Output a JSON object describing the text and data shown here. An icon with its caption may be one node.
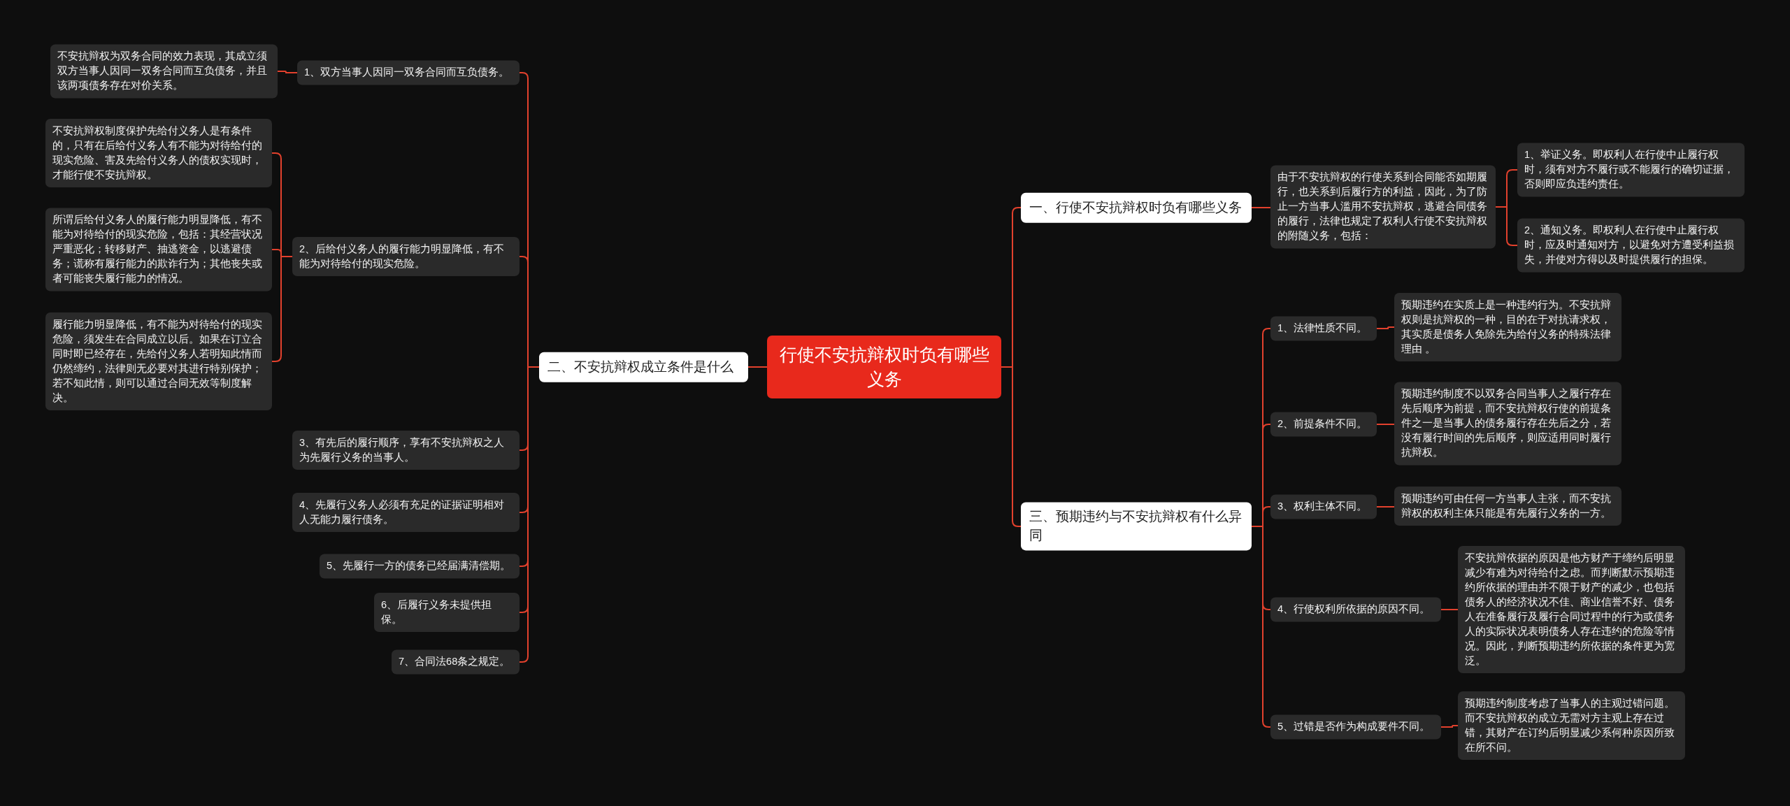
{
  "diagram": {
    "nodes": [
      {
        "text": [
          "行使不安抗辩权时负有哪些义务"
        ]
      },
      {
        "text": [
          "一、行使不安抗辩权时负有哪些义务"
        ]
      },
      {
        "text": [
          "由于不安抗辩权的行使关系到合同能否如期履行，也关系到后履行方的利益，因此，为了防止一方当事人滥用不安抗辩权，逃避合同债务的履行，法律也规定了权利人行使不安抗辩权的附随义务，包括："
        ]
      },
      {
        "text": [
          "1、举证义务。即权利人在行使中止履行权时，须有对方不履行或不能履行的确切证据，否则即应负违约责任。"
        ]
      },
      {
        "text": [
          "2、通知义务。即权利人在行使中止履行权时，应及时通知对方，以避免对方遭受利益损失，并使对方得以及时提供履行的担保。"
        ]
      },
      {
        "text": [
          "三、预期违约与不安抗辩权有什么异同"
        ]
      },
      {
        "text": [
          "1、法律性质不同。"
        ]
      },
      {
        "text": [
          "预期违约在实质上是一种违约行为。不安抗辩权则是抗辩权的一种，目的在于对抗请求权，其实质是债务人免除先为给付义务的特殊法律理由 。"
        ]
      },
      {
        "text": [
          "2、前提条件不同。"
        ]
      },
      {
        "text": [
          "预期违约制度不以双务合同当事人之履行存在先后顺序为前提，而不安抗辩权行使的前提条件之一是当事人的债务履行存在先后之分，若没有履行时间的先后顺序，则应适用同时履行抗辩权。"
        ]
      },
      {
        "text": [
          "3、权利主体不同。"
        ]
      },
      {
        "text": [
          "预期违约可由任何一方当事人主张，而不安抗辩权的权利主体只能是有先履行义务的一方。"
        ]
      },
      {
        "text": [
          "4、行使权利所依据的原因不同。"
        ]
      },
      {
        "text": [
          "不安抗辩依据的原因是他方财产于缔约后明显减少有难为对待给付之虑。而判断默示预期违约所依据的理由并不限于财产的减少，也包括债务人的经济状况不佳、商业信誉不好、债务人在准备履行及履行合同过程中的行为或债务人的实际状况表明债务人存在违约的危险等情况。因此，判断预期违约所依据的条件更为宽泛。"
        ]
      },
      {
        "text": [
          "5、过错是否作为构成要件不同。"
        ]
      },
      {
        "text": [
          "预期违约制度考虑了当事人的主观过错问题。而不安抗辩权的成立无需对方主观上存在过错，其财产在订约后明显减少系何种原因所致在所不问。"
        ]
      },
      {
        "text": [
          "二、不安抗辩权成立条件是什么"
        ]
      },
      {
        "text": [
          "1、双方当事人因同一双务合同而互负债务。"
        ]
      },
      {
        "text": [
          "不安抗辩权为双务合同的效力表现，其成立须双方当事人因同一双务合同而互负债务，并且该两项债务存在对价关系。"
        ]
      },
      {
        "text": [
          "2、后给付义务人的履行能力明显降低，有不能为对待给付的现实危险。"
        ]
      },
      {
        "text": [
          "不安抗辩权制度保护先给付义务人是有条件的，只有在后给付义务人有不能为对待给付的现实危险、害及先给付义务人的债权实现时，才能行使不安抗辩权。"
        ]
      },
      {
        "text": [
          "所谓后给付义务人的履行能力明显降低，有不能为对待给付的现实危险，包括：其经营状况严重恶化；转移财产、抽逃资金，以逃避债务；谎称有履行能力的欺诈行为；其他丧失或者可能丧失履行能力的情况。"
        ]
      },
      {
        "text": [
          "履行能力明显降低，有不能为对待给付的现实危险，须发生在合同成立以后。如果在订立合同时即已经存在，先给付义务人若明知此情而仍然缔约，法律则无必要对其进行特别保护；若不知此情，则可以通过合同无效等制度解决。"
        ]
      },
      {
        "text": [
          "3、有先后的履行顺序，享有不安抗辩权之人为先履行义务的当事人。"
        ]
      },
      {
        "text": [
          "4、先履行义务人必须有充足的证据证明相对人无能力履行债务。"
        ]
      },
      {
        "text": [
          "5、先履行一方的债务已经届满清偿期。"
        ]
      },
      {
        "text": [
          "6、后履行义务未提供担保。"
        ]
      },
      {
        "text": [
          "7、合同法68条之规定。"
        ]
      }
    ],
    "edges": [
      {
        "from": 0,
        "to": 1,
        "arrow": "none"
      },
      {
        "from": 0,
        "to": 5,
        "arrow": "none"
      },
      {
        "from": 0,
        "to": 16,
        "arrow": "none"
      },
      {
        "from": 1,
        "to": 2,
        "arrow": "none"
      },
      {
        "from": 2,
        "to": 3,
        "arrow": "none"
      },
      {
        "from": 2,
        "to": 4,
        "arrow": "none"
      },
      {
        "from": 5,
        "to": 6,
        "arrow": "none"
      },
      {
        "from": 5,
        "to": 8,
        "arrow": "none"
      },
      {
        "from": 5,
        "to": 10,
        "arrow": "none"
      },
      {
        "from": 5,
        "to": 12,
        "arrow": "none"
      },
      {
        "from": 5,
        "to": 14,
        "arrow": "none"
      },
      {
        "from": 6,
        "to": 7,
        "arrow": "none"
      },
      {
        "from": 8,
        "to": 9,
        "arrow": "none"
      },
      {
        "from": 10,
        "to": 11,
        "arrow": "none"
      },
      {
        "from": 12,
        "to": 13,
        "arrow": "none"
      },
      {
        "from": 14,
        "to": 15,
        "arrow": "none"
      },
      {
        "from": 16,
        "to": 17,
        "arrow": "none"
      },
      {
        "from": 16,
        "to": 19,
        "arrow": "none"
      },
      {
        "from": 16,
        "to": 23,
        "arrow": "none"
      },
      {
        "from": 16,
        "to": 24,
        "arrow": "none"
      },
      {
        "from": 16,
        "to": 25,
        "arrow": "none"
      },
      {
        "from": 16,
        "to": 26,
        "arrow": "none"
      },
      {
        "from": 16,
        "to": 27,
        "arrow": "none"
      },
      {
        "from": 17,
        "to": 18,
        "arrow": "none"
      },
      {
        "from": 19,
        "to": 20,
        "arrow": "none"
      },
      {
        "from": 19,
        "to": 21,
        "arrow": "none"
      },
      {
        "from": 19,
        "to": 22,
        "arrow": "none"
      }
    ]
  }
}
